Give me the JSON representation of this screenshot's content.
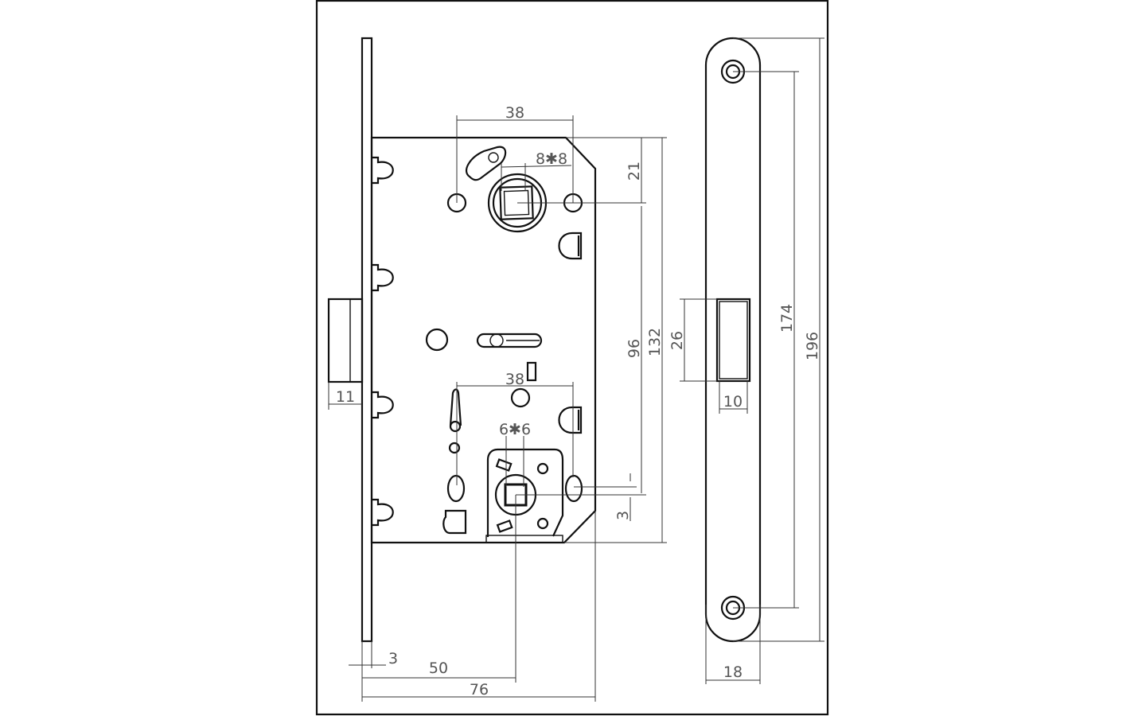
{
  "drawing": {
    "title": "Mortise lock and strike plate dimension drawing",
    "lock_dimensions": {
      "top_hole_spacing": "38",
      "spindle_square": "8✱8",
      "backset_to_spindle": "21",
      "spindle_to_lower": "96",
      "body_height": "132",
      "offset": "3",
      "lower_hole_spacing": "38",
      "lower_square": "6✱6",
      "latch_projection": "11",
      "faceplate_thickness": "3",
      "backset": "50",
      "body_depth": "76"
    },
    "strike_dimensions": {
      "opening_height": "26",
      "opening_width": "10",
      "hole_spacing": "174",
      "plate_height": "196",
      "plate_width": "18"
    }
  }
}
